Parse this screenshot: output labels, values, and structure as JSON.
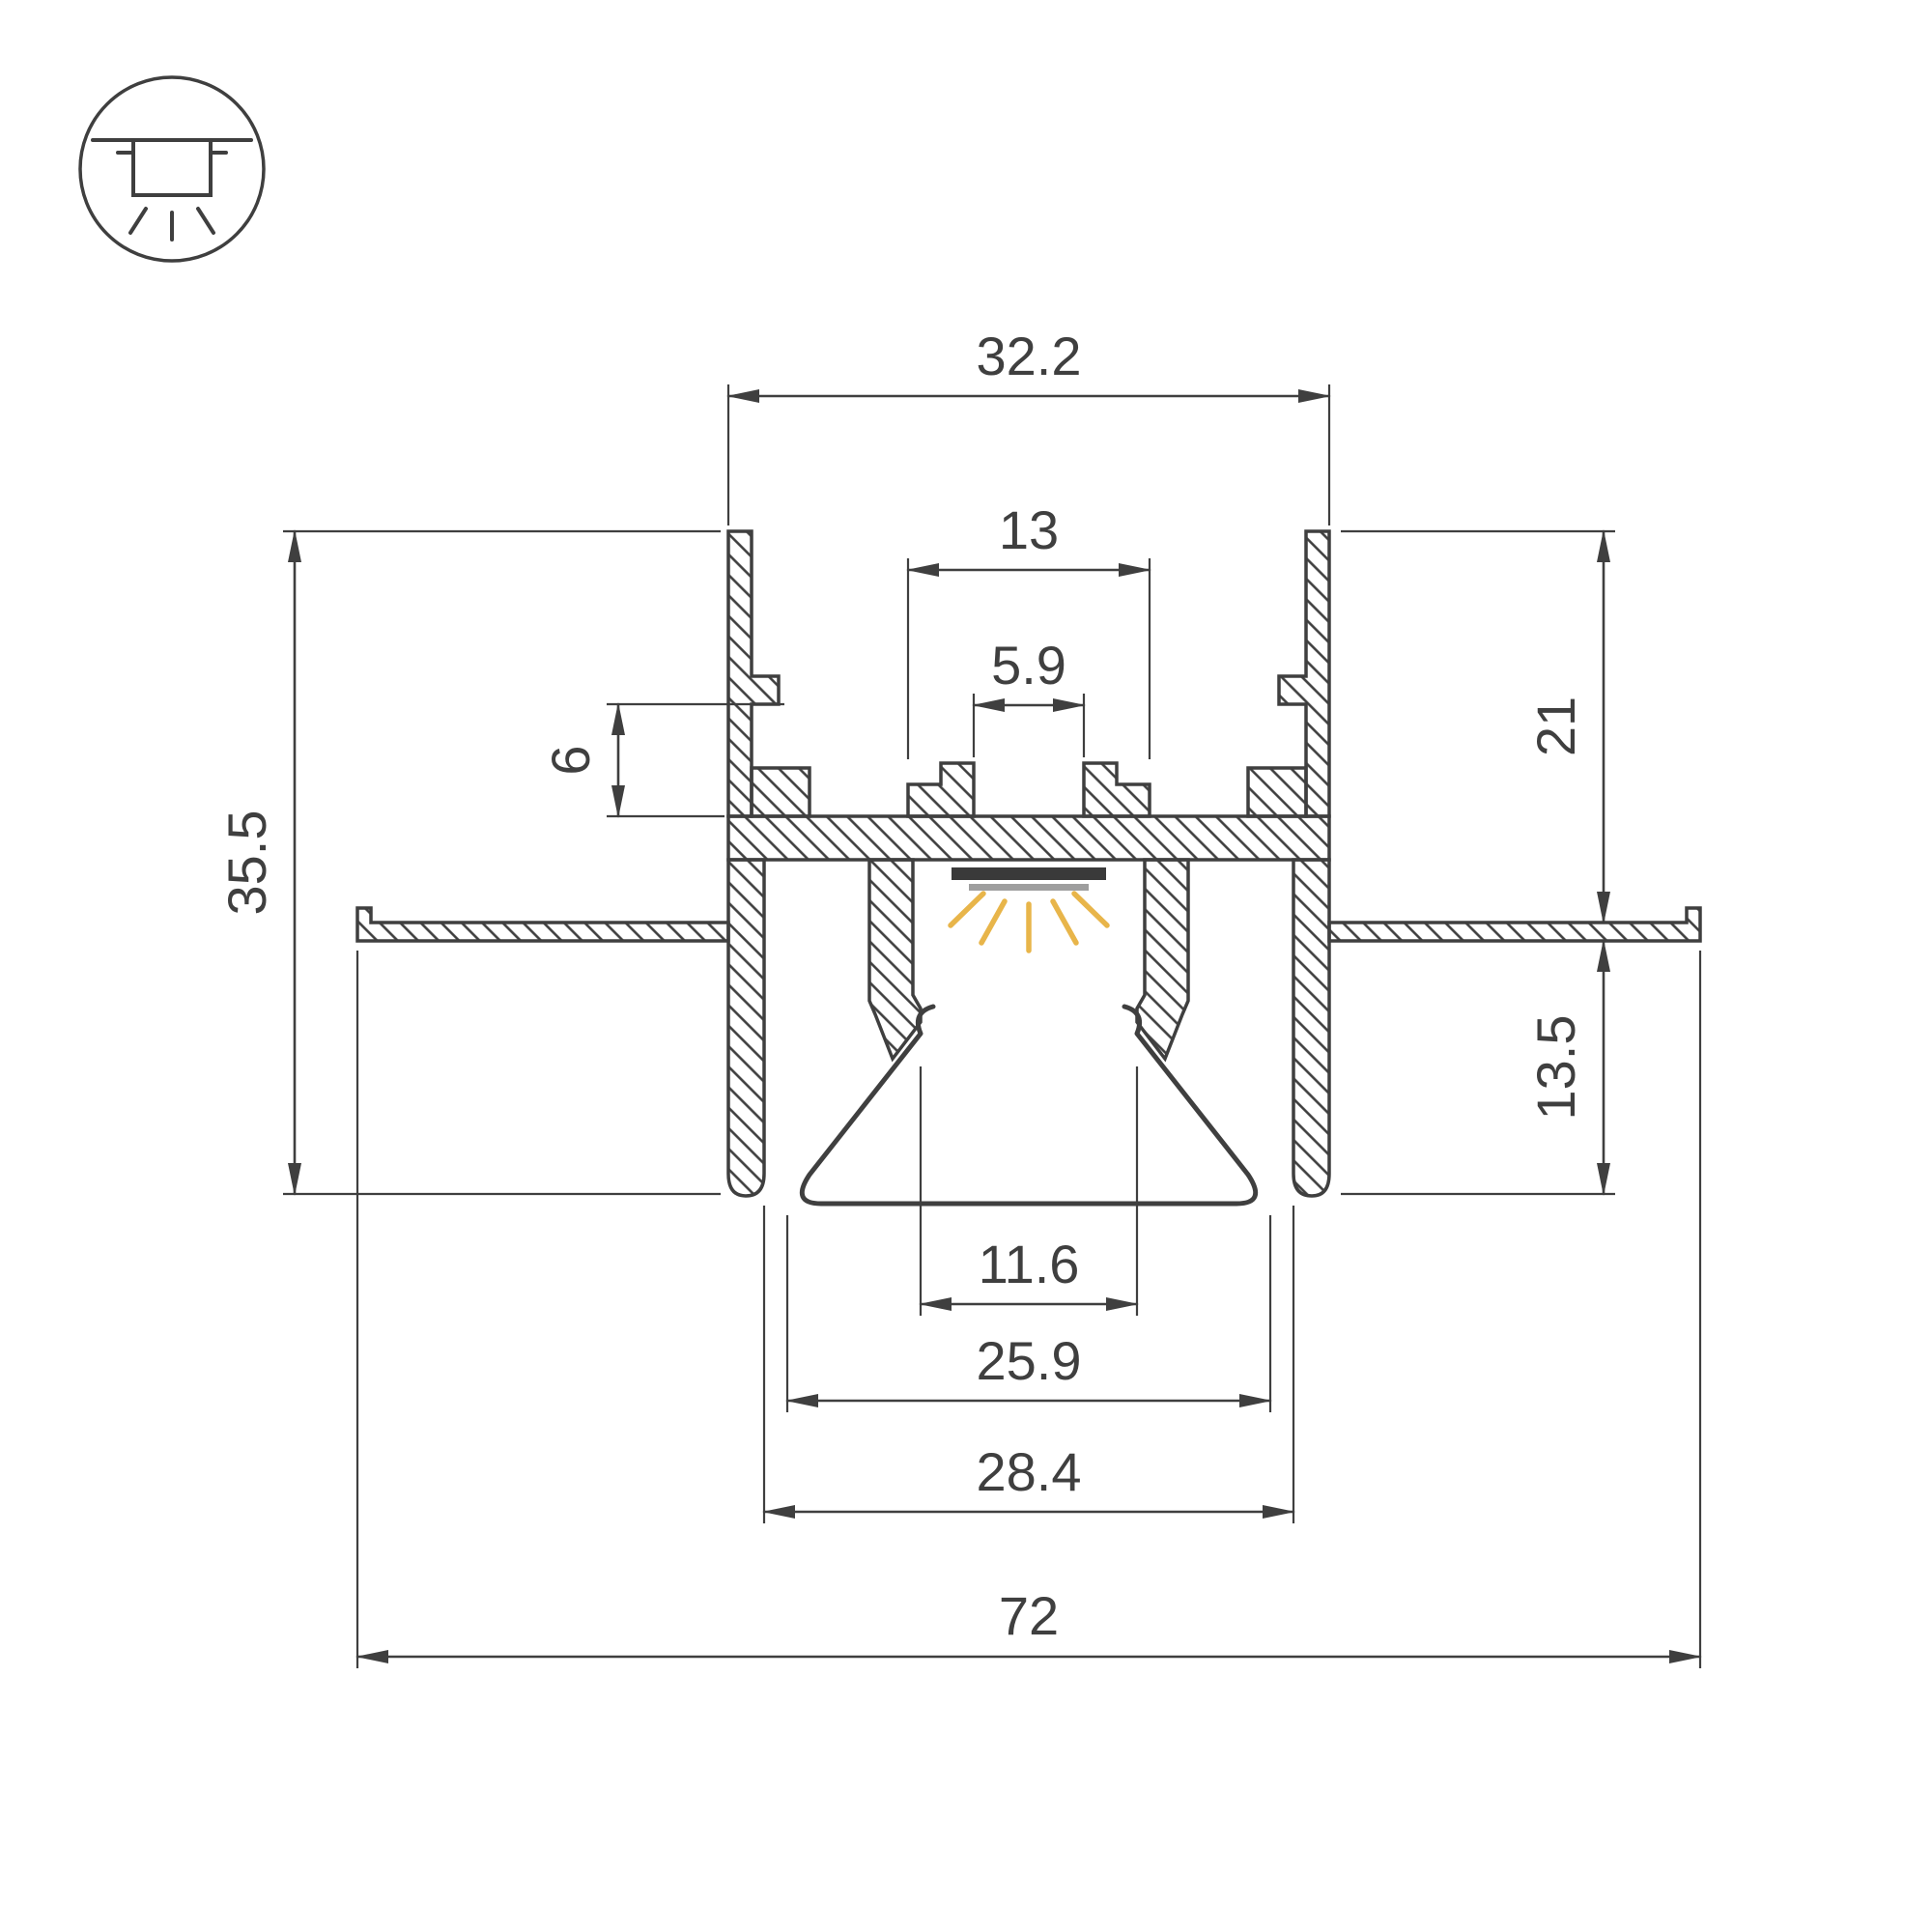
{
  "drawing": {
    "kind": "led-profile-cross-section",
    "icon": {
      "name": "recessed-downlight-icon"
    }
  },
  "dims": {
    "top_flange_width": "32.2",
    "channel_outer_width": "13",
    "channel_slot_width": "5.9",
    "clip_offset": "6",
    "profile_height": "35.5",
    "upper_section_height": "21",
    "lower_section_height": "13.5",
    "hook_opening_width": "11.6",
    "diffuser_width": "25.9",
    "recess_inner_width": "28.4",
    "overall_width": "72"
  },
  "colors": {
    "line": "#3f3f3f",
    "dim": "#3f3f3f",
    "led_strip": "#3a3a3a",
    "led_substrate": "#9e9e9e",
    "light_rays": "#e8b54a",
    "background": "#ffffff"
  }
}
